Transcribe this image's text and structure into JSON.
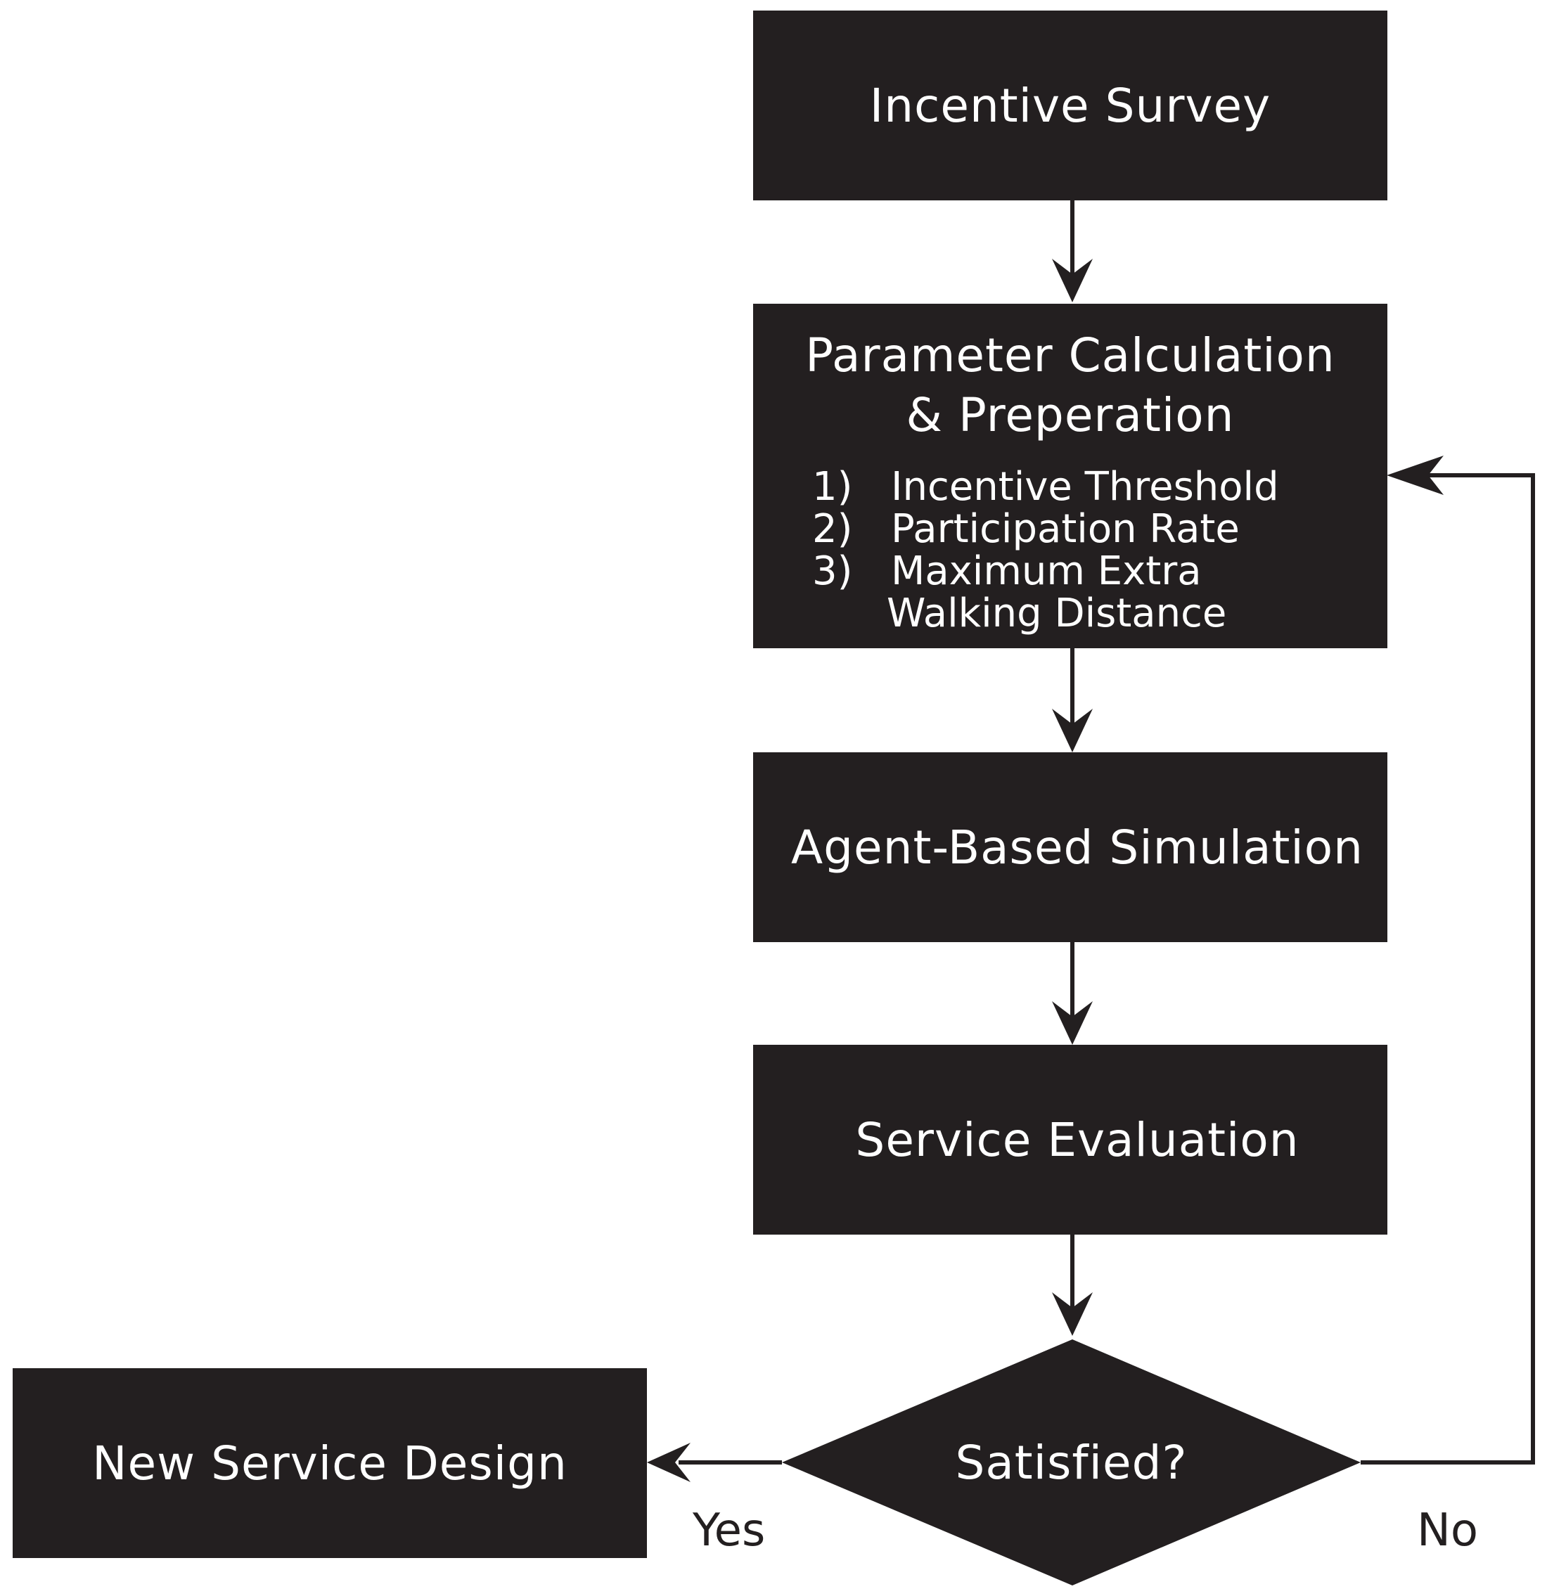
{
  "nodes": {
    "survey": {
      "label": "Incentive Survey"
    },
    "params": {
      "title": [
        "Parameter Calculation",
        "& Preperation"
      ],
      "items": [
        {
          "num": "1)",
          "text": "Incentive Threshold"
        },
        {
          "num": "2)",
          "text": "Participation Rate"
        },
        {
          "num": "3)",
          "text": "Maximum Extra"
        }
      ],
      "item3_cont": "Walking Distance"
    },
    "simulation": {
      "label": "Agent-Based Simulation"
    },
    "evaluation": {
      "label": "Service Evaluation"
    },
    "decision": {
      "label": "Satisfied?"
    },
    "new_design": {
      "label": "New Service Design"
    }
  },
  "edges": {
    "yes": "Yes",
    "no": "No"
  },
  "colors": {
    "fill": "#231f20",
    "text": "#ffffff",
    "line": "#231f20"
  }
}
